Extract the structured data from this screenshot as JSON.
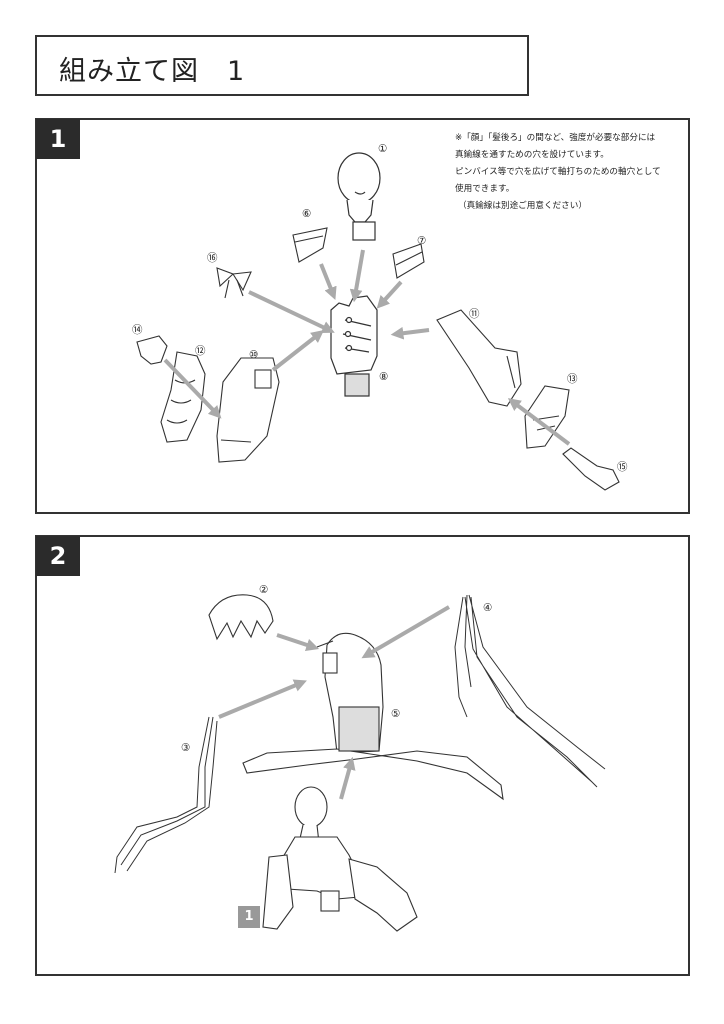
{
  "title": "組み立て図　1",
  "steps": [
    {
      "number": "1",
      "note_lines": [
        "※「顔」「髪後ろ」の間など、強度が必要な部分には",
        "真鍮線を通すための穴を設けています。",
        "ピンバイス等で穴を広げて軸打ちのための軸穴として",
        "使用できます。",
        "（真鍮線は別途ご用意ください）"
      ],
      "part_labels": [
        "①",
        "⑥",
        "⑦",
        "⑯",
        "⑪",
        "⑭",
        "⑫",
        "⑩",
        "⑧",
        "⑬",
        "⑮"
      ]
    },
    {
      "number": "2",
      "part_labels": [
        "②",
        "④",
        "⑤",
        "③"
      ],
      "reference_badge": "1"
    }
  ],
  "colors": {
    "arrow": "#aaaaaa",
    "badge_dark": "#2b2b2b",
    "badge_ref": "#999999",
    "line": "#333333"
  }
}
